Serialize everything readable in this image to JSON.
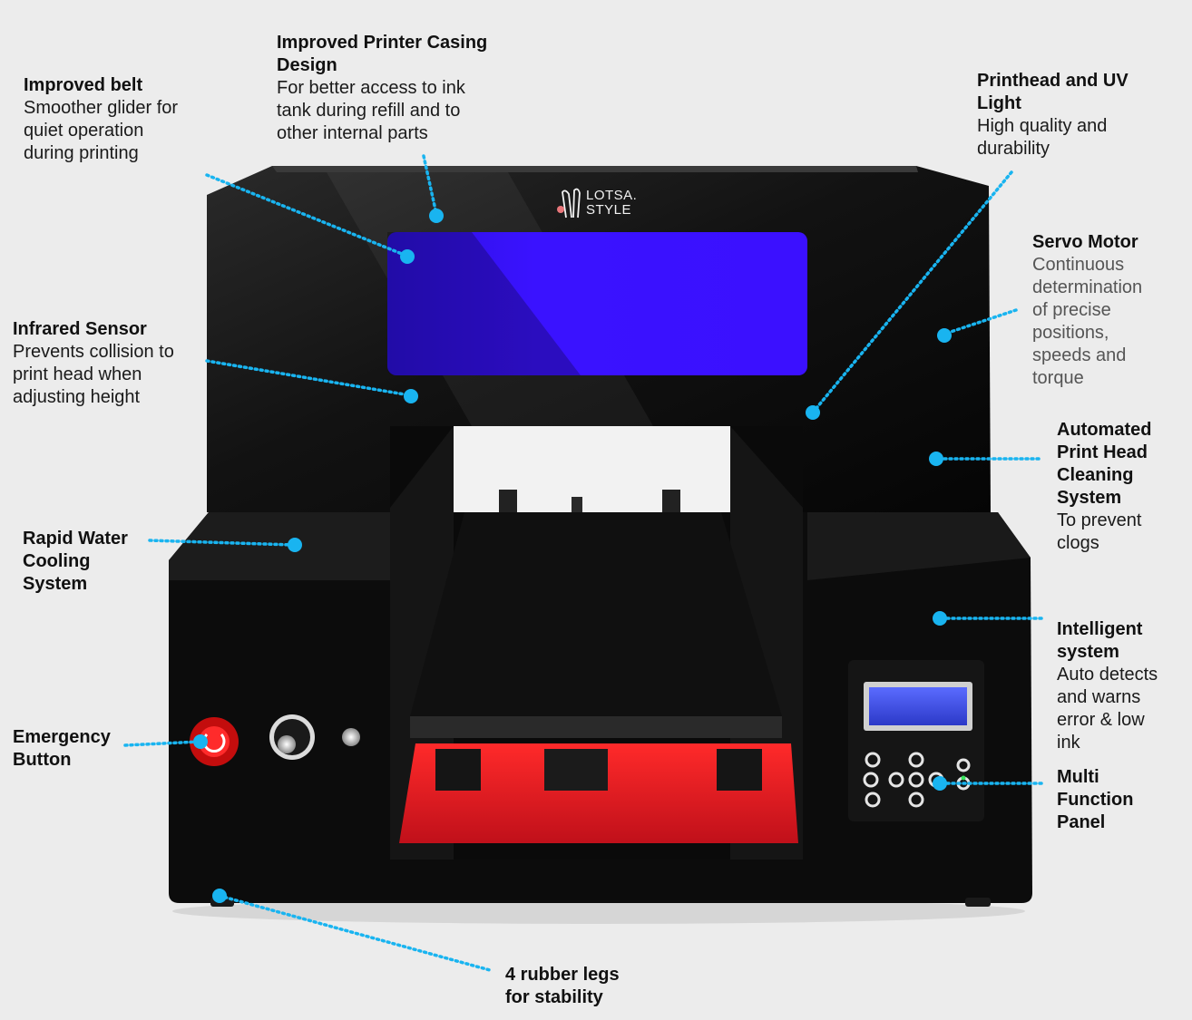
{
  "brand": {
    "line1": "LOTSA.",
    "line2": "STYLE",
    "logo_icon": "rabbit-ears-logo-icon",
    "logo_color": "#e8767a"
  },
  "colors": {
    "background": "#ececec",
    "printer_body": "#0d0d0d",
    "uv_window": "#3a10ff",
    "bed_frame": "#e41b23",
    "callout_dot": "#19b4f0"
  },
  "callouts": [
    {
      "id": "improved-belt",
      "title": "Improved belt",
      "desc": [
        "Smoother glider for",
        "quiet operation",
        "during printing"
      ]
    },
    {
      "id": "printer-casing",
      "title": "Improved Printer Casing",
      "title2": "Design",
      "desc": [
        "For better access to ink",
        "tank during refill and to",
        "other internal parts"
      ]
    },
    {
      "id": "printhead-uv",
      "title": "Printhead and UV",
      "title2": "Light",
      "desc": [
        "High quality and",
        "durability"
      ]
    },
    {
      "id": "servo-motor",
      "title": "Servo Motor",
      "desc": [
        "Continuous",
        "determination",
        "of precise",
        "positions,",
        "speeds and",
        "torque"
      ]
    },
    {
      "id": "infrared-sensor",
      "title": "Infrared Sensor",
      "desc": [
        "Prevents collision to",
        "print head when",
        "adjusting height"
      ]
    },
    {
      "id": "auto-cleaning",
      "title": "Automated",
      "title_lines": [
        "Print Head",
        "Cleaning",
        "System"
      ],
      "desc": [
        "To prevent",
        "clogs"
      ]
    },
    {
      "id": "water-cooling",
      "title": "Rapid Water",
      "title_lines": [
        "Cooling",
        "System"
      ],
      "desc": []
    },
    {
      "id": "intelligent-system",
      "title": "Intelligent",
      "title_lines": [
        "system"
      ],
      "desc": [
        "Auto detects",
        "and warns",
        "error & low",
        "ink"
      ]
    },
    {
      "id": "emergency-button",
      "title": "Emergency",
      "title_lines": [
        "Button"
      ],
      "desc": []
    },
    {
      "id": "multi-function-panel",
      "title": "Multi",
      "title_lines": [
        "Function",
        "Panel"
      ],
      "desc": []
    },
    {
      "id": "rubber-legs",
      "title": "4 rubber legs",
      "title_lines": [
        "for stability"
      ],
      "desc": []
    }
  ]
}
